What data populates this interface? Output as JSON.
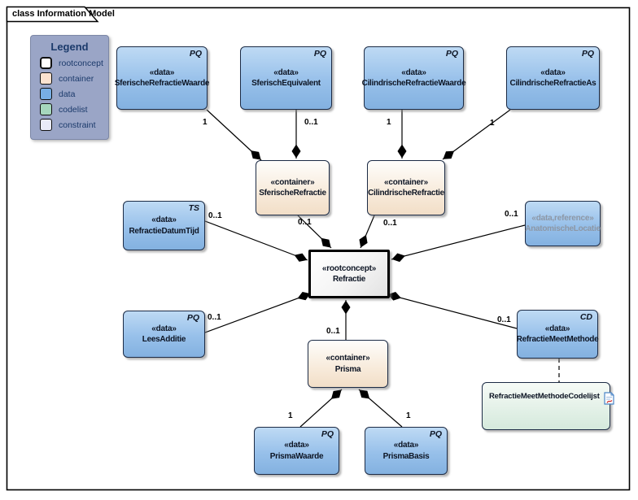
{
  "frame": {
    "title": "class Information Model"
  },
  "legend": {
    "title": "Legend",
    "items": [
      {
        "label": "rootconcept",
        "color": "#ffffff"
      },
      {
        "label": "container",
        "color": "#fbe2cf"
      },
      {
        "label": "data",
        "color": "#77aee5"
      },
      {
        "label": "codelist",
        "color": "#a6d7bd"
      },
      {
        "label": "constraint",
        "color": "#e9ebf9"
      }
    ]
  },
  "nodes": [
    {
      "stereotype": "«data»",
      "name": "SferischeRefractieWaarde",
      "type": "PQ"
    },
    {
      "stereotype": "«data»",
      "name": "SferischEquivalent",
      "type": "PQ"
    },
    {
      "stereotype": "«data»",
      "name": "CilindrischeRefractieWaarde",
      "type": "PQ"
    },
    {
      "stereotype": "«data»",
      "name": "CilindrischeRefractieAs",
      "type": "PQ"
    },
    {
      "stereotype": "«container»",
      "name": "SferischeRefractie"
    },
    {
      "stereotype": "«container»",
      "name": "CilindrischeRefractie"
    },
    {
      "stereotype": "«data»",
      "name": "RefractieDatumTijd",
      "type": "TS"
    },
    {
      "stereotype": "«data,reference»",
      "name": "AnatomischeLocatie"
    },
    {
      "stereotype": "«rootconcept»",
      "name": "Refractie"
    },
    {
      "stereotype": "«data»",
      "name": "LeesAdditie",
      "type": "PQ"
    },
    {
      "stereotype": "«data»",
      "name": "RefractieMeetMethode",
      "type": "CD"
    },
    {
      "stereotype": "«container»",
      "name": "Prisma"
    },
    {
      "name": "RefractieMeetMethodeCodelijst"
    },
    {
      "stereotype": "«data»",
      "name": "PrismaWaarde",
      "type": "PQ"
    },
    {
      "stereotype": "«data»",
      "name": "PrismaBasis",
      "type": "PQ"
    }
  ],
  "edges": [
    {
      "from": "SferischeRefractieWaarde",
      "to": "SferischeRefractie",
      "multiplicity": "1"
    },
    {
      "from": "SferischEquivalent",
      "to": "SferischeRefractie",
      "multiplicity": "0..1"
    },
    {
      "from": "CilindrischeRefractieWaarde",
      "to": "CilindrischeRefractie",
      "multiplicity": "1"
    },
    {
      "from": "CilindrischeRefractieAs",
      "to": "CilindrischeRefractie",
      "multiplicity": "1"
    },
    {
      "from": "SferischeRefractie",
      "to": "Refractie",
      "multiplicity": "0..1"
    },
    {
      "from": "CilindrischeRefractie",
      "to": "Refractie",
      "multiplicity": "0..1"
    },
    {
      "from": "RefractieDatumTijd",
      "to": "Refractie",
      "multiplicity": "0..1"
    },
    {
      "from": "LeesAdditie",
      "to": "Refractie",
      "multiplicity": "0..1"
    },
    {
      "from": "AnatomischeLocatie",
      "to": "Refractie",
      "multiplicity": "0..1"
    },
    {
      "from": "RefractieMeetMethode",
      "to": "Refractie",
      "multiplicity": "0..1"
    },
    {
      "from": "Prisma",
      "to": "Refractie",
      "multiplicity": "0..1"
    },
    {
      "from": "PrismaWaarde",
      "to": "Prisma",
      "multiplicity": "1"
    },
    {
      "from": "PrismaBasis",
      "to": "Prisma",
      "multiplicity": "1"
    },
    {
      "from": "RefractieMeetMethode",
      "to": "RefractieMeetMethodeCodelijst",
      "style": "dashed"
    }
  ],
  "colors": {
    "data_fill": "#8fb9e8",
    "container_fill": "#f2dec7",
    "rootconcept_fill": "#f2f2f2",
    "codelist_fill": "#ddeee3",
    "constraint_fill": "#e9ebf9",
    "legend_bg": "#9aa5c6",
    "reference_text": "#8d97a5",
    "connector": "#000000"
  }
}
